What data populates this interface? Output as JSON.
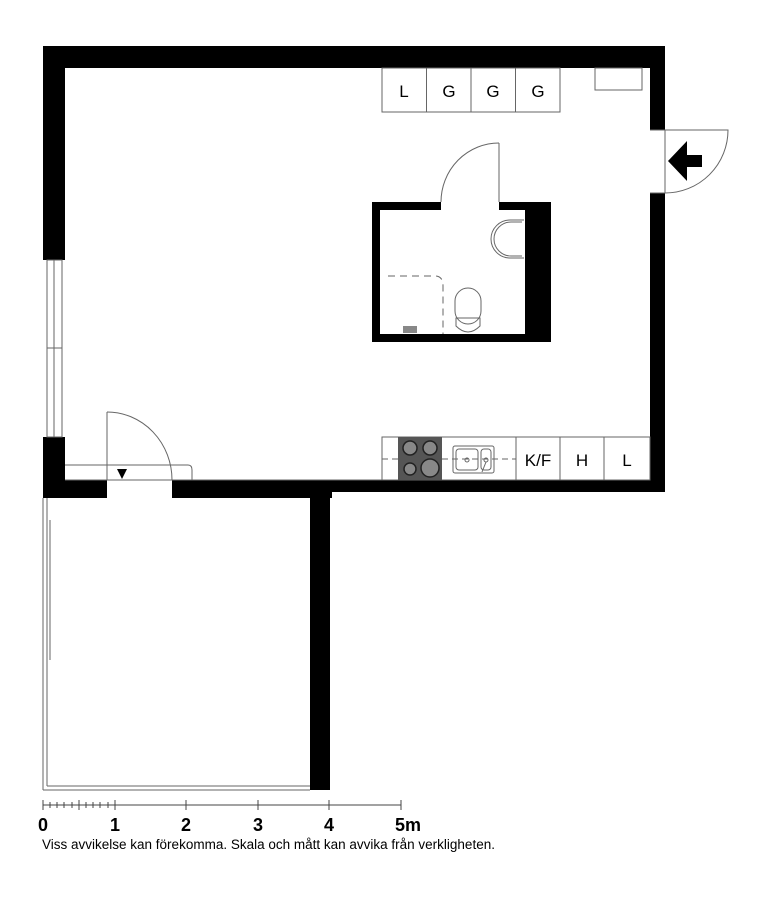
{
  "plan": {
    "top_cabinets": [
      "L",
      "G",
      "G",
      "G"
    ],
    "kitchen_cabinets": [
      "K/F",
      "H",
      "L"
    ],
    "entrance_arrow": "entrance-arrow-icon"
  },
  "scale_bar": {
    "labels": [
      "0",
      "1",
      "2",
      "3",
      "4",
      "5m"
    ]
  },
  "disclaimer": "Viss avvikelse kan förekomma. Skala och mått kan avvika från verkligheten.",
  "colors": {
    "wall": "#000000",
    "line": "#666666",
    "stove": "#555555"
  }
}
